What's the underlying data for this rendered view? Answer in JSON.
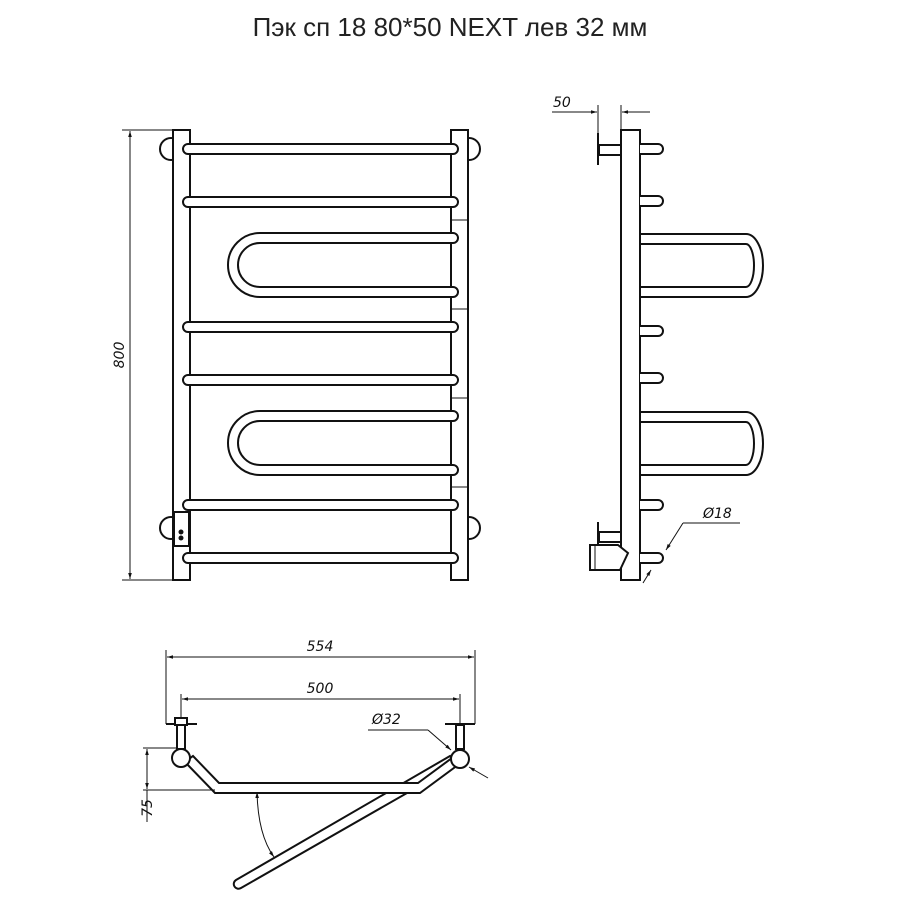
{
  "title": "Пэк сп 18 80*50 NEXT лев 32 мм",
  "dimensions": {
    "height": "800",
    "wall_offset": "50",
    "rung_diameter": "Ø18",
    "overall_width": "554",
    "center_distance": "500",
    "post_diameter": "Ø32",
    "depth": "75"
  }
}
